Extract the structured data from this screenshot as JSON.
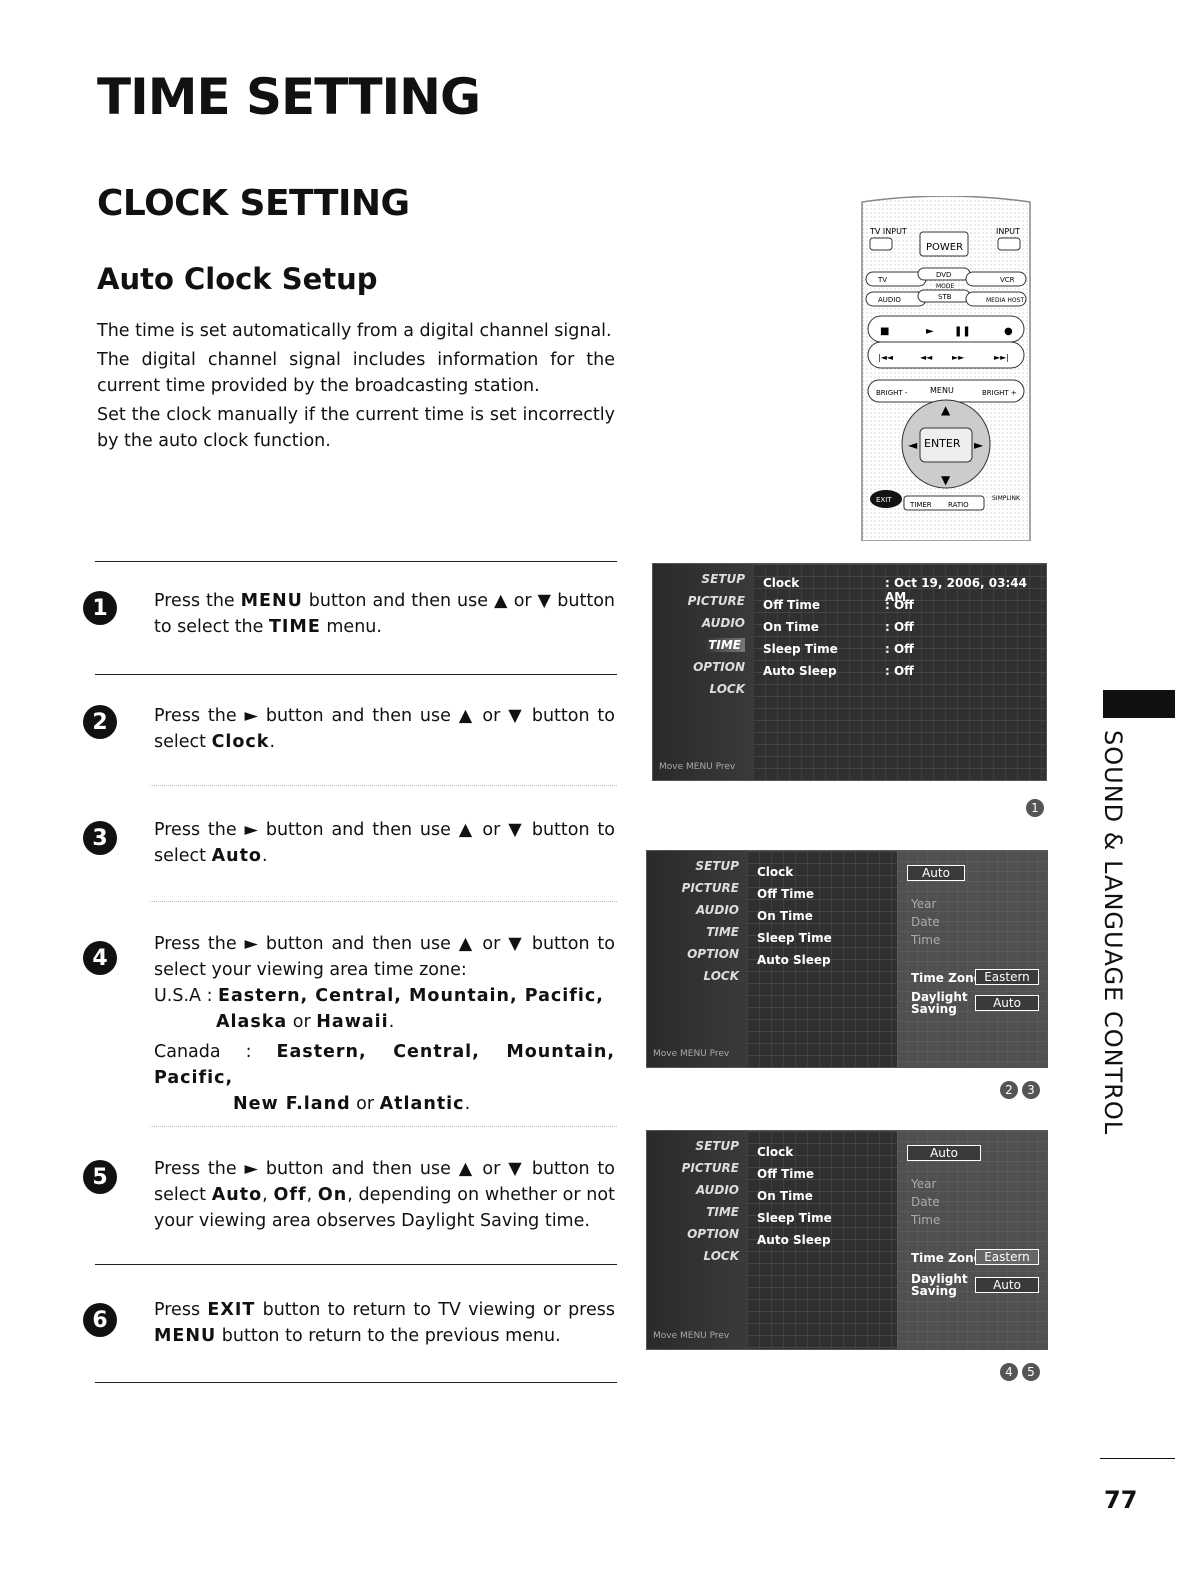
{
  "page": {
    "title": "TIME SETTING",
    "subtitle": "CLOCK SETTING",
    "section": "Auto Clock Setup",
    "intro": [
      "The time is set automatically from a digital channel signal.",
      "The digital channel signal includes information for the current time provided by the broadcasting station.",
      "Set the clock manually if the current time is set incorrectly by the auto clock function."
    ],
    "side_tab": "SOUND & LANGUAGE CONTROL",
    "page_number": "77"
  },
  "steps": [
    {
      "num": "1"
    },
    {
      "num": "2"
    },
    {
      "num": "3"
    },
    {
      "num": "4"
    },
    {
      "num": "5"
    },
    {
      "num": "6"
    }
  ],
  "step_text": {
    "s1": {
      "a": "Press the ",
      "b1": "MENU",
      "c": " button and then use ▲ or ▼ button to select the ",
      "b2": "TIME",
      "d": " menu."
    },
    "s2": {
      "a": "Press the ► button and then use ▲ or ▼ button to select ",
      "b1": "Clock",
      "d": "."
    },
    "s3": {
      "a": "Press the ► button and then use ▲ or ▼ button to select ",
      "b1": "Auto",
      "d": "."
    },
    "s4": {
      "a": "Press the ► button and then use ▲ or ▼ button to select your viewing area time zone:",
      "usa_label": "U.S.A : ",
      "usa_zones": "Eastern, Central, Mountain, Pacific,",
      "usa_zones2": "Alaska",
      "or1": " or ",
      "usa_zones3": "Hawaii",
      "dot1": ".",
      "can_label": "Canada : ",
      "can_zones": "Eastern, Central, Mountain, Pacific,",
      "can_zones2": "New F.land",
      "or2": " or ",
      "can_zones3": "Atlantic",
      "dot2": "."
    },
    "s5": {
      "a": "Press the ► button and then use ▲ or ▼ button to select ",
      "b1": "Auto",
      "c1": ", ",
      "b2": "Off",
      "c2": ", ",
      "b3": "On",
      "d": ", depending on whether or not your viewing area observes Daylight Saving time."
    },
    "s6": {
      "b1": "EXIT",
      "a": " button to return to TV viewing or press ",
      "b2": "MENU",
      "d": " button to return to the previous menu.",
      "pre": "Press "
    }
  },
  "remote": {
    "tv_input": "TV INPUT",
    "input": "INPUT",
    "power": "POWER",
    "tv": "TV",
    "dvd": "DVD",
    "vcr": "VCR",
    "mode": "MODE",
    "audio": "AUDIO",
    "stb": "STB",
    "media": "MEDIA HOST",
    "bright_minus": "BRIGHT -",
    "menu": "MENU",
    "bright_plus": "BRIGHT +",
    "enter": "ENTER",
    "exit": "EXIT",
    "timer": "TIMER",
    "ratio": "RATIO",
    "simplink": "SIMPLINK"
  },
  "menu_categories": [
    "SETUP",
    "PICTURE",
    "AUDIO",
    "TIME",
    "OPTION",
    "LOCK"
  ],
  "menu_footer": "Move  MENU Prev",
  "menu1": {
    "rows": [
      "Clock",
      "Off Time",
      "On Time",
      "Sleep Time",
      "Auto Sleep"
    ],
    "values": [
      ": Oct 19, 2006, 03:44 AM",
      ": Off",
      ": Off",
      ": Off",
      ": Off"
    ],
    "label": "1"
  },
  "menu2": {
    "rows": [
      "Clock",
      "Off Time",
      "On Time",
      "Sleep Time",
      "Auto Sleep"
    ],
    "mode": "Auto",
    "year": "Year",
    "date": "Date",
    "time": "Time",
    "tz_label": "Time Zone",
    "tz_value": "Eastern",
    "dst_label": "Daylight Saving",
    "dst_value": "Auto",
    "labels": [
      "2",
      "3"
    ]
  },
  "menu3": {
    "mode": "Auto",
    "tz_value": "Eastern",
    "dst_value": "Auto",
    "labels": [
      "4",
      "5"
    ]
  }
}
